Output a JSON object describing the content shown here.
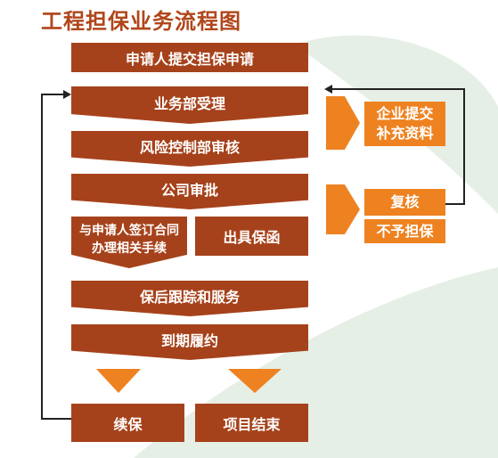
{
  "title": "工程担保业务流程图",
  "steps": {
    "apply": "申请人提交担保申请",
    "accept": "业务部受理",
    "risk_review": "风险控制部审核",
    "company_approval": "公司审批",
    "sign_contract_line1": "与申请人签订合同",
    "sign_contract_line2": "办理相关手续",
    "issue_letter": "出具保函",
    "post_followup": "保后跟踪和服务",
    "maturity": "到期履约",
    "renew": "续保",
    "project_end": "项目结束"
  },
  "side": {
    "supplement_line1": "企业提交",
    "supplement_line2": "补充资料",
    "recheck": "复核",
    "reject": "不予担保"
  },
  "colors": {
    "title": "#b0461a",
    "step_fill": "#a6421b",
    "accent_orange": "#ee8221",
    "connector_line": "#222222",
    "background_leaf": "#e6efe6"
  }
}
